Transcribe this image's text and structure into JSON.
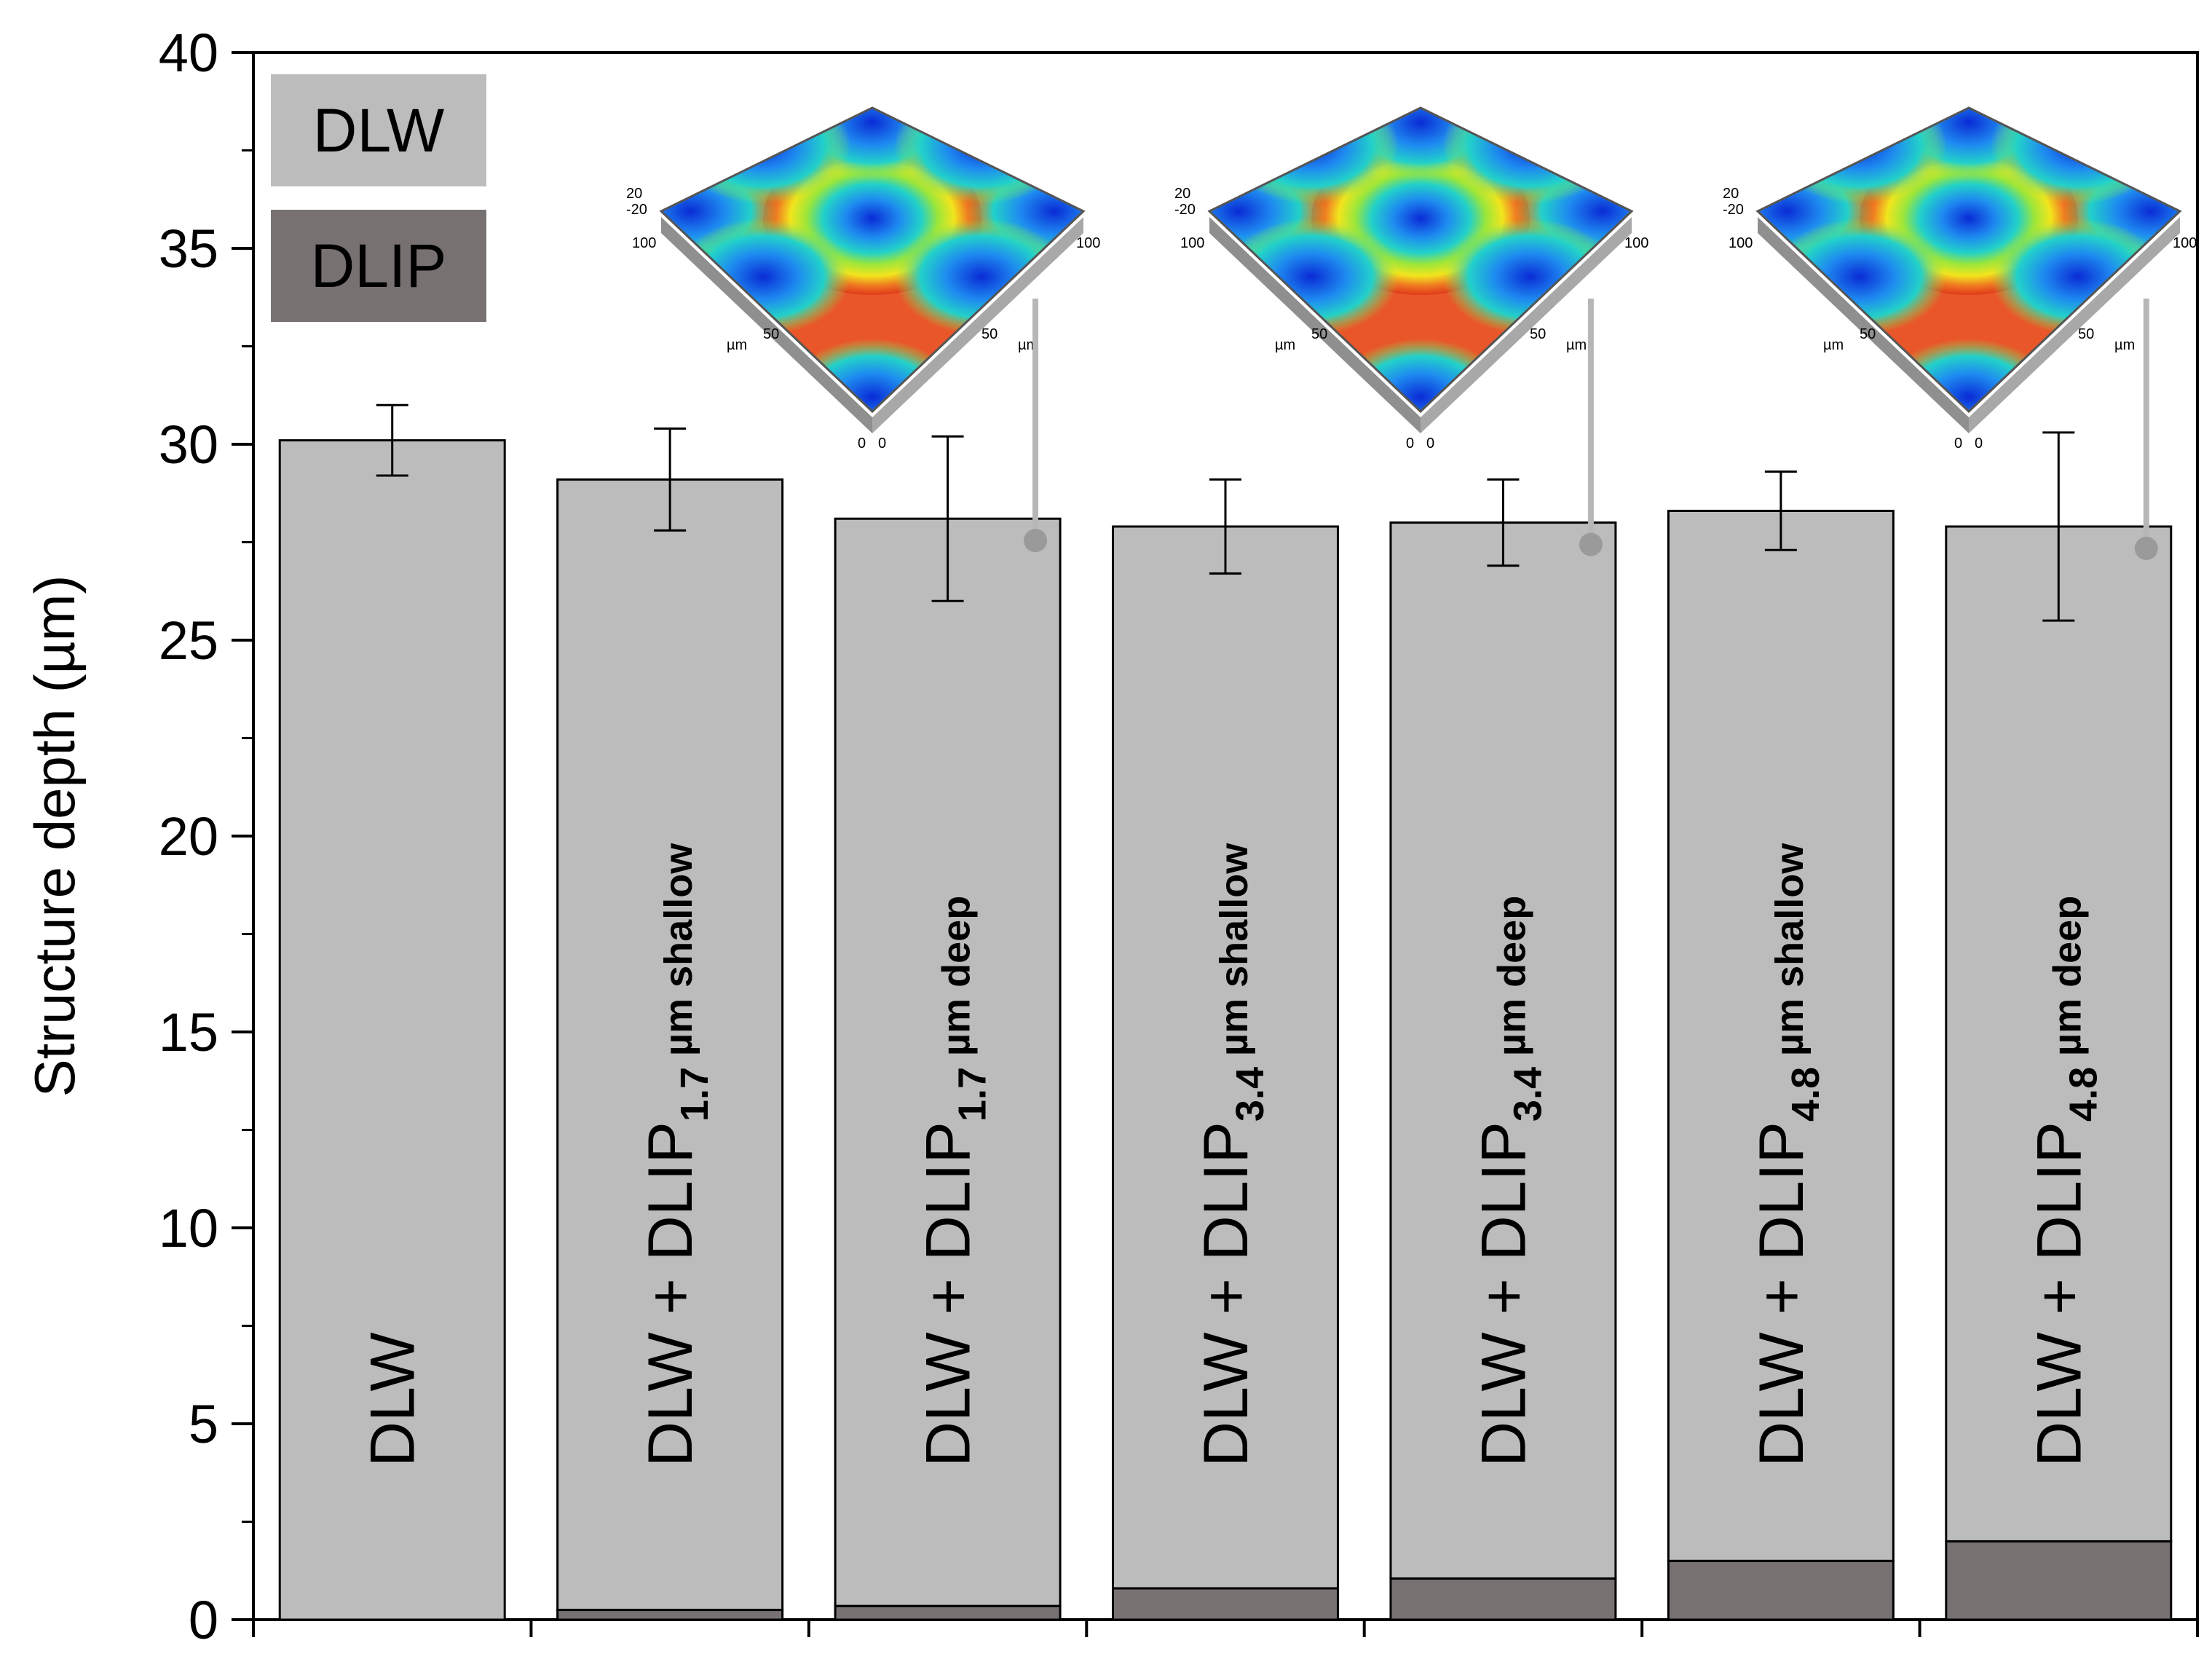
{
  "chart_data": {
    "type": "bar",
    "stacked": true,
    "categories": [
      "DLW",
      "DLW + DLIP1.7 µm shallow",
      "DLW + DLIP1.7 µm deep",
      "DLW + DLIP3.4 µm shallow",
      "DLW + DLIP3.4 µm deep",
      "DLW + DLIP4.8 µm shallow",
      "DLW + DLIP4.8 µm deep"
    ],
    "category_labels": [
      {
        "main": "DLW",
        "sub": "",
        "suffix": ""
      },
      {
        "main": "DLW + DLIP",
        "sub": "1.7",
        "suffix": " µm shallow"
      },
      {
        "main": "DLW + DLIP",
        "sub": "1.7",
        "suffix": " µm deep"
      },
      {
        "main": "DLW + DLIP",
        "sub": "3.4",
        "suffix": " µm shallow"
      },
      {
        "main": "DLW + DLIP",
        "sub": "3.4",
        "suffix": " µm deep"
      },
      {
        "main": "DLW + DLIP",
        "sub": "4.8",
        "suffix": " µm shallow"
      },
      {
        "main": "DLW + DLIP",
        "sub": "4.8",
        "suffix": " µm deep"
      }
    ],
    "totals": [
      30.1,
      29.1,
      28.1,
      27.9,
      28.0,
      28.3,
      27.9
    ],
    "error": [
      0.9,
      1.3,
      2.1,
      1.2,
      1.1,
      1.0,
      2.4
    ],
    "series": [
      {
        "name": "DLW",
        "color": "#bcbcbc",
        "values": [
          30.1,
          28.85,
          27.75,
          27.1,
          26.95,
          26.8,
          25.9
        ]
      },
      {
        "name": "DLIP",
        "color": "#787171",
        "values": [
          0.0,
          0.25,
          0.35,
          0.8,
          1.05,
          1.5,
          2.0
        ]
      }
    ],
    "ylabel": "Structure depth (µm)",
    "xlabel": "",
    "ylim": [
      0,
      40
    ],
    "yticks": [
      0,
      5,
      10,
      15,
      20,
      25,
      30,
      35,
      40
    ],
    "legend_position": "top-left",
    "insets": [
      {
        "attached_to_category": 2,
        "ticks_z": [
          "20",
          "-20"
        ],
        "ticks_axis": [
          "100",
          "50",
          "0",
          "0",
          "50",
          "100"
        ],
        "unit": "µm"
      },
      {
        "attached_to_category": 4,
        "ticks_z": [
          "20",
          "-20"
        ],
        "ticks_axis": [
          "100",
          "50",
          "0",
          "0",
          "50",
          "100"
        ],
        "unit": "µm"
      },
      {
        "attached_to_category": 6,
        "ticks_z": [
          "20",
          "-20"
        ],
        "ticks_axis": [
          "100",
          "50",
          "0",
          "0",
          "50",
          "100"
        ],
        "unit": "µm"
      }
    ]
  }
}
